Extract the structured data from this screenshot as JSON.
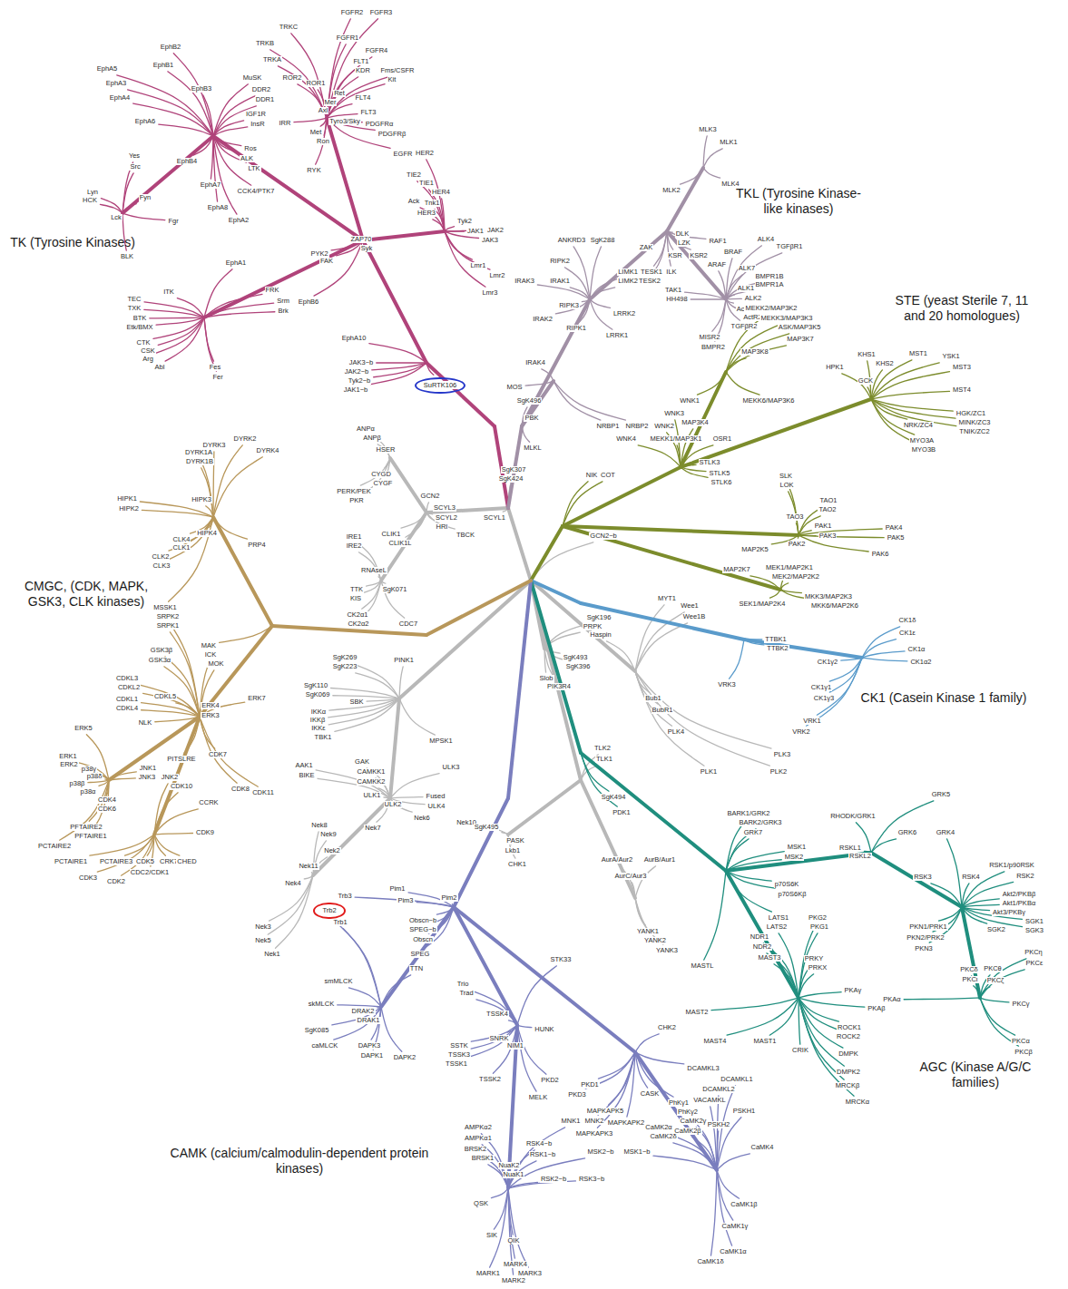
{
  "diagram": {
    "nodes": [
      {
        "text": [
          "SuRTK106"
        ]
      },
      {
        "text": [
          "Trb2"
        ]
      }
    ],
    "labels": [
      "TK (Tyrosine Kinases)",
      "TKL (Tyrosine Kinase-like kinases)",
      "STE (yeast Sterile 7, 11 and 20 homologues)",
      "CMGC, (CDK, MAPK, GSK3, CLK kinases)",
      "CK1 (Casein Kinase 1 family)",
      "AGC (Kinase A/G/C families)",
      "CAMK (calcium/calmodulin-dependent protein kinases)",
      "FGFR2",
      "FGFR3",
      "TRKC",
      "FGFR1",
      "TRKB",
      "EphB2",
      "FGFR4",
      "TRKA",
      "FLT1",
      "EphB1",
      "EphA5",
      "KDR",
      "Fms/CSFR",
      "MuSK",
      "ROR2",
      "Kit",
      "ROR1",
      "EphA3",
      "EphB3",
      "DDR2",
      "Ret",
      "FLT4",
      "EphA4",
      "DDR1",
      "Mer",
      "Axl",
      "Tyro3/Sky",
      "FLT3",
      "IGF1R",
      "EphA6",
      "InsR",
      "IRR",
      "PDGFRα",
      "PDGFRβ",
      "Met",
      "Ron",
      "Ros",
      "EGFR",
      "HER2",
      "Yes",
      "ALK",
      "EphB4",
      "Src",
      "LTK",
      "RYK",
      "TIE2",
      "TIE1",
      "EphA7",
      "HER4",
      "CCK4/PTK7",
      "Lyn",
      "Fyn",
      "HCK",
      "Ack",
      "Tnk1",
      "EphA8",
      "HER3",
      "Lck",
      "Fgr",
      "EphA2",
      "Tyk2",
      "JAK1",
      "JAK2",
      "JAK3",
      "ZAP70",
      "Syk",
      "PYK2",
      "BLK",
      "FAK",
      "EphA1",
      "Lmr1",
      "Lmr2",
      "ITK",
      "FRK",
      "Lmr3",
      "TEC",
      "Srm",
      "EphB6",
      "TXK",
      "Brk",
      "BTK",
      "Etk/BMX",
      "EphA10",
      "CTK",
      "CSK",
      "Arg",
      "JAK3~b",
      "Abl",
      "Fes",
      "JAK2~b",
      "Fer",
      "Tyk2~b",
      "JAK1~b",
      "MLK3",
      "MLK1",
      "MLK4",
      "MLK2",
      "ANKRD3",
      "SgK288",
      "DLK",
      "ALK4",
      "RAF1",
      "TGFβR1",
      "ZAK",
      "LZK",
      "BRAF",
      "KSR",
      "KSR2",
      "RIPK2",
      "ARAF",
      "ALK7",
      "LIMK1",
      "TESK1",
      "ILK",
      "BMPR1B",
      "IRAK3",
      "IRAK1",
      "LIMK2",
      "TESK2",
      "BMPR1A",
      "ALK1",
      "TAK1",
      "ALK2",
      "HH498",
      "RIPK3",
      "ActR2",
      "LRRK2",
      "ActR2B",
      "IRAK2",
      "TGFβR2",
      "RIPK1",
      "LRRK1",
      "MISR2",
      "BMPR2",
      "IRAK4",
      "MOS",
      "SgK496",
      "PBK",
      "NRBP1",
      "NRBP2",
      "MLKL",
      "MEKK2/MAP3K2",
      "MEKK3/MAP3K3",
      "ASK/MAP3K5",
      "MAP3K7",
      "MAP3K8",
      "MST1",
      "KHS1",
      "YSK1",
      "KHS2",
      "HPK1",
      "MST3",
      "GCK",
      "MST4",
      "WNK1",
      "MEKK6/MAP3K6",
      "HGK/ZC1",
      "WNK3",
      "MAP3K4",
      "MINK/ZC3",
      "NRK/ZC4",
      "WNK2",
      "TNIK/ZC2",
      "WNK4",
      "MEKK1/MAP3K1",
      "OSR1",
      "MYO3A",
      "MYO3B",
      "STLK3",
      "STLK5",
      "NIK",
      "COT",
      "SLK",
      "STLK6",
      "LOK",
      "TAO1",
      "TAO2",
      "TAO3",
      "PAK1",
      "PAK4",
      "PAK3",
      "PAK5",
      "PAK2",
      "MAP2K5",
      "PAK6",
      "MEK1/MAP2K1",
      "MAP2K7",
      "MEK2/MAP2K2",
      "MKK3/MAP2K3",
      "SEK1/MAP2K4",
      "MKK6/MAP2K6",
      "CK1δ",
      "CK1ε",
      "TTBK1",
      "TTBK2",
      "CK1α",
      "CK1γ2",
      "CK1α2",
      "VRK3",
      "CK1γ1",
      "CK1γ3",
      "VRK1",
      "VRK2",
      "ANPα",
      "ANPβ",
      "HSER",
      "SgK307",
      "CYGD",
      "SgK424",
      "CYGF",
      "PERK/PEK",
      "GCN2",
      "PKR",
      "SCYL3",
      "SCYL2",
      "SCYL1",
      "HRI",
      "CLIK1",
      "TBCK",
      "GCN2~b",
      "IRE1",
      "CLIK1L",
      "IRE2",
      "RNAseL",
      "TTK",
      "SgK071",
      "KIS",
      "MYT1",
      "Wee1",
      "CK2α1",
      "Wee1B",
      "SgK196",
      "CDC7",
      "CK2α2",
      "PRPK",
      "Haspin",
      "SgK269",
      "SgK493",
      "PINK1",
      "SgK223",
      "SgK396",
      "Slob",
      "SgK110",
      "PIK3R4",
      "SgK069",
      "Bub1",
      "SBK",
      "BubR1",
      "IKKα",
      "IKKβ",
      "IKKε",
      "PLK4",
      "TBK1",
      "MPSK1",
      "TLK2",
      "PLK3",
      "TLK1",
      "GAK",
      "AAK1",
      "ULK3",
      "PLK1",
      "PLK2",
      "CAMKK1",
      "BIKE",
      "CAMKK2",
      "ULK1",
      "Fused",
      "ULK2",
      "ULK4",
      "Nek6",
      "Nek10",
      "Nek8",
      "SgK495",
      "Nek7",
      "Nek9",
      "PASK",
      "Nek2",
      "Lkb1",
      "AurA/Aur2",
      "AurB/Aur1",
      "CHK1",
      "Nek11",
      "AurC/Aur3",
      "Nek4",
      "Nek3",
      "YANK1",
      "YANK2",
      "Nek5",
      "YANK3",
      "Nek1",
      "Trb3",
      "Pim1",
      "Pim2",
      "Pim3",
      "Trb1",
      "Obscn~b",
      "SPEG~b",
      "Obscn",
      "SPEG",
      "STK33",
      "TTN",
      "smMLCK",
      "Trio",
      "Trad",
      "skMLCK",
      "DRAK2",
      "TSSK4",
      "DRAK1",
      "CHK2",
      "HUNK",
      "SgK085",
      "SNRK",
      "caMLCK",
      "DAPK3",
      "SSTK",
      "NIM1",
      "DAPK1",
      "DAPK2",
      "TSSK3",
      "TSSK1",
      "DCAMKL3",
      "TSSK2",
      "DCAMKL1",
      "PKD2",
      "PKD1",
      "DCAMKL2",
      "CASK",
      "PKD3",
      "MELK",
      "VACAMKL",
      "PhKγ1",
      "PSKH1",
      "MAPKAPK5",
      "PhKγ2",
      "MNK1",
      "MNK2",
      "CaMK2γ",
      "MAPKAPK2",
      "PSKH2",
      "CaMK2α",
      "AMPKα2",
      "CaMK2β",
      "MAPKAPK3",
      "CaMK2δ",
      "AMPKα1",
      "RSK4~b",
      "CaMK4",
      "BRSK2",
      "MSK2~b",
      "MSK1~b",
      "RSK1~b",
      "BRSK1",
      "NuaK2",
      "NuaK1",
      "RSK2~b",
      "RSK3~b",
      "QSK",
      "CaMK1β",
      "CaMK1γ",
      "SIK",
      "QIK",
      "CaMK1α",
      "CaMK1δ",
      "MARK4",
      "MARK3",
      "MARK1",
      "MARK2",
      "GRK5",
      "SgK494",
      "PDK1",
      "BARK1/GRK2",
      "RHODK/GRK1",
      "BARK2/GRK3",
      "GRK7",
      "GRK6",
      "GRK4",
      "MSK1",
      "RSKL1",
      "MSK2",
      "RSKL2",
      "RSK1/p90RSK",
      "RSK2",
      "RSK3",
      "RSK4",
      "p70S6K",
      "p70S6Kβ",
      "Akt2/PKBβ",
      "Akt1/PKBα",
      "Akt3/PKBγ",
      "LATS1",
      "PKG2",
      "SGK1",
      "PKN1/PRK1",
      "LATS2",
      "PKG1",
      "SGK2",
      "SGK3",
      "NDR1",
      "PKN2/PRK2",
      "NDR2",
      "PKN3",
      "PKCη",
      "MAST3",
      "PRKY",
      "PKCε",
      "MASTL",
      "PRKX",
      "PKCδ",
      "PKCθ",
      "PKCι",
      "PKCζ",
      "PKAγ",
      "PKAα",
      "PKCγ",
      "PKAβ",
      "MAST2",
      "ROCK1",
      "ROCK2",
      "PKCα",
      "MAST4",
      "MAST1",
      "CRIK",
      "PKCβ",
      "DMPK",
      "DMPK2",
      "MRCKβ",
      "MRCKα",
      "DYRK2",
      "DYRK3",
      "DYRK4",
      "DYRK1A",
      "DYRK1B",
      "HIPK1",
      "HIPK3",
      "HIPK2",
      "HIPK4",
      "CLK4",
      "PRP4",
      "CLK1",
      "CLK2",
      "CLK3",
      "MSSK1",
      "SRPK2",
      "SRPK1",
      "MAK",
      "GSK3β",
      "ICK",
      "GSK3α",
      "MOK",
      "CDKL3",
      "CDKL2",
      "CDKL5",
      "ERK7",
      "CDKL1",
      "ERK4",
      "CDKL4",
      "ERK3",
      "NLK",
      "ERK5",
      "ERK1",
      "PITSLRE",
      "CDK7",
      "ERK2",
      "p38γ",
      "JNK1",
      "p38δ",
      "JNK3",
      "JNK2",
      "CDK10",
      "p38β",
      "CDK8",
      "p38α",
      "CDK11",
      "CDK4",
      "CCRK",
      "CDK6",
      "PFTAIRE2",
      "CDK9",
      "PFTAIRE1",
      "PCTAIRE2",
      "PCTAIRE1",
      "PCTAIRE3",
      "CDK5",
      "CRK7",
      "CHED",
      "CDC2/CDK1",
      "CDK3",
      "CDK2"
    ]
  }
}
